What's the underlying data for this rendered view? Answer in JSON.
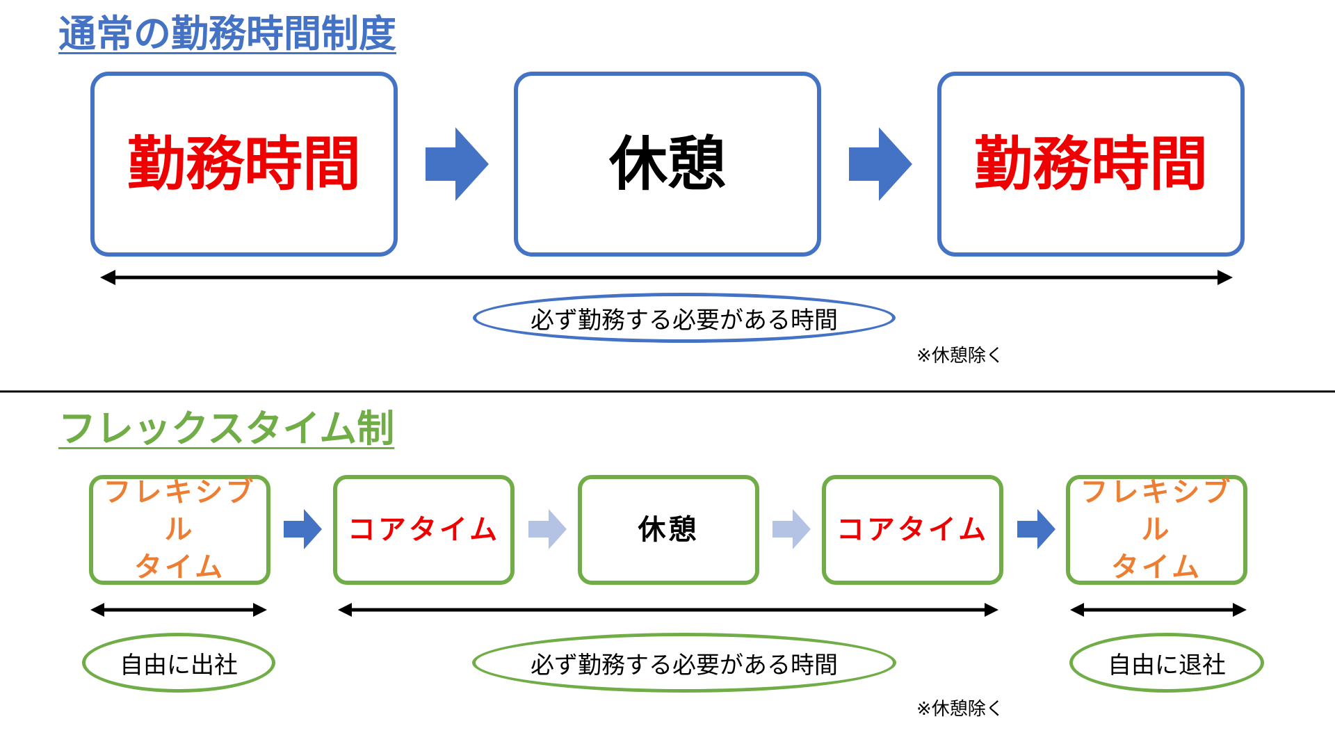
{
  "colors": {
    "blue": "#4472C4",
    "green": "#70AD47",
    "red": "#EE0000",
    "orange": "#ED7D31",
    "light_blue": "#B4C3E4"
  },
  "standard": {
    "title": "通常の勤務時間制度",
    "boxes": [
      "勤務時間",
      "休憩",
      "勤務時間"
    ],
    "ellipse": "必ず勤務する必要がある時間",
    "note": "※休憩除く"
  },
  "flex": {
    "title": "フレックスタイム制",
    "boxes": [
      {
        "line1": "フレキシブル",
        "line2": "タイム"
      },
      {
        "line1": "コアタイム",
        "line2": ""
      },
      {
        "line1": "休憩",
        "line2": ""
      },
      {
        "line1": "コアタイム",
        "line2": ""
      },
      {
        "line1": "フレキシブル",
        "line2": "タイム"
      }
    ],
    "ellipse_left": "自由に出社",
    "ellipse_center": "必ず勤務する必要がある時間",
    "ellipse_right": "自由に退社",
    "note": "※休憩除く"
  }
}
